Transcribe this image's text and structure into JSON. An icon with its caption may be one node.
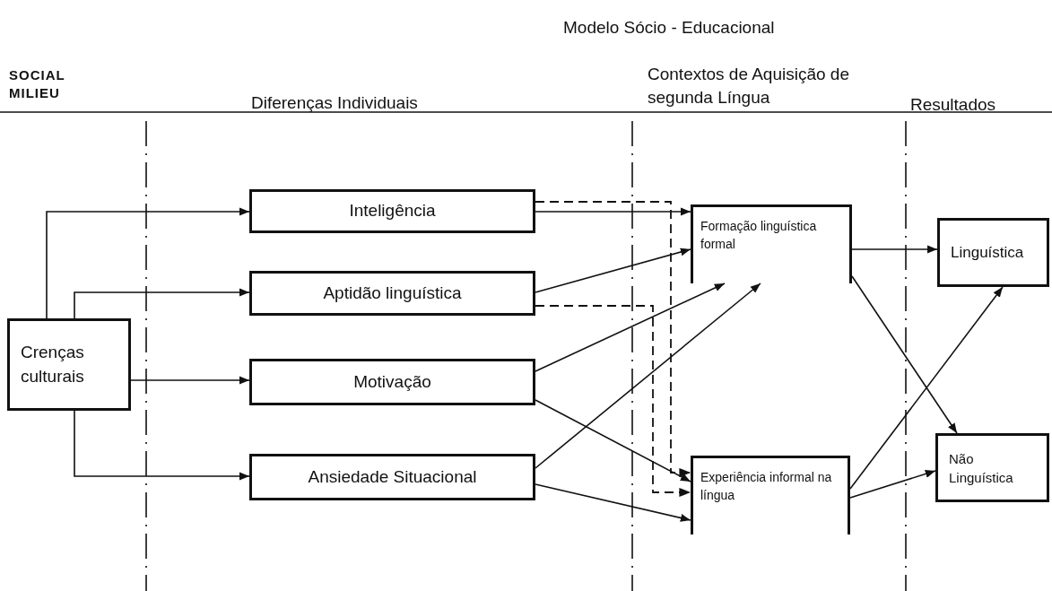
{
  "diagram": {
    "title": "Modelo Sócio - Educacional",
    "nodes": [
      {
        "text": [
          "Crenças culturais"
        ]
      },
      {
        "text": [
          "Inteligência"
        ]
      },
      {
        "text": [
          "Aptidão linguística"
        ]
      },
      {
        "text": [
          "Motivação"
        ]
      },
      {
        "text": [
          "Ansiedade Situacional"
        ]
      },
      {
        "text": [
          "Formação linguística formal"
        ]
      },
      {
        "text": [
          "Experiência informal na língua"
        ]
      },
      {
        "text": [
          "Linguística"
        ]
      },
      {
        "text": [
          "Não Linguística"
        ]
      }
    ],
    "edges": [
      {
        "from": 0,
        "to": 1,
        "arrow": "to"
      },
      {
        "from": 0,
        "to": 2,
        "arrow": "to"
      },
      {
        "from": 0,
        "to": 3,
        "arrow": "to"
      },
      {
        "from": 0,
        "to": 4,
        "arrow": "to"
      },
      {
        "from": 1,
        "to": 5,
        "arrow": "to"
      },
      {
        "from": 1,
        "to": 6,
        "arrow": "to",
        "style": "dashed"
      },
      {
        "from": 2,
        "to": 5,
        "arrow": "to"
      },
      {
        "from": 2,
        "to": 6,
        "arrow": "to",
        "style": "dashed"
      },
      {
        "from": 3,
        "to": 5,
        "arrow": "to"
      },
      {
        "from": 4,
        "to": 5,
        "arrow": "to"
      },
      {
        "from": 3,
        "to": 6,
        "arrow": "to"
      },
      {
        "from": 4,
        "to": 6,
        "arrow": "to"
      },
      {
        "from": 5,
        "to": 7,
        "arrow": "to"
      },
      {
        "from": 5,
        "to": 8,
        "arrow": "to"
      },
      {
        "from": 6,
        "to": 7,
        "arrow": "to"
      },
      {
        "from": 6,
        "to": 8,
        "arrow": "to"
      }
    ],
    "labels": [
      "SOCIAL MILIEU",
      "Diferenças Individuais",
      "Contextos de Aquisição de segunda Língua",
      "Resultados"
    ]
  }
}
